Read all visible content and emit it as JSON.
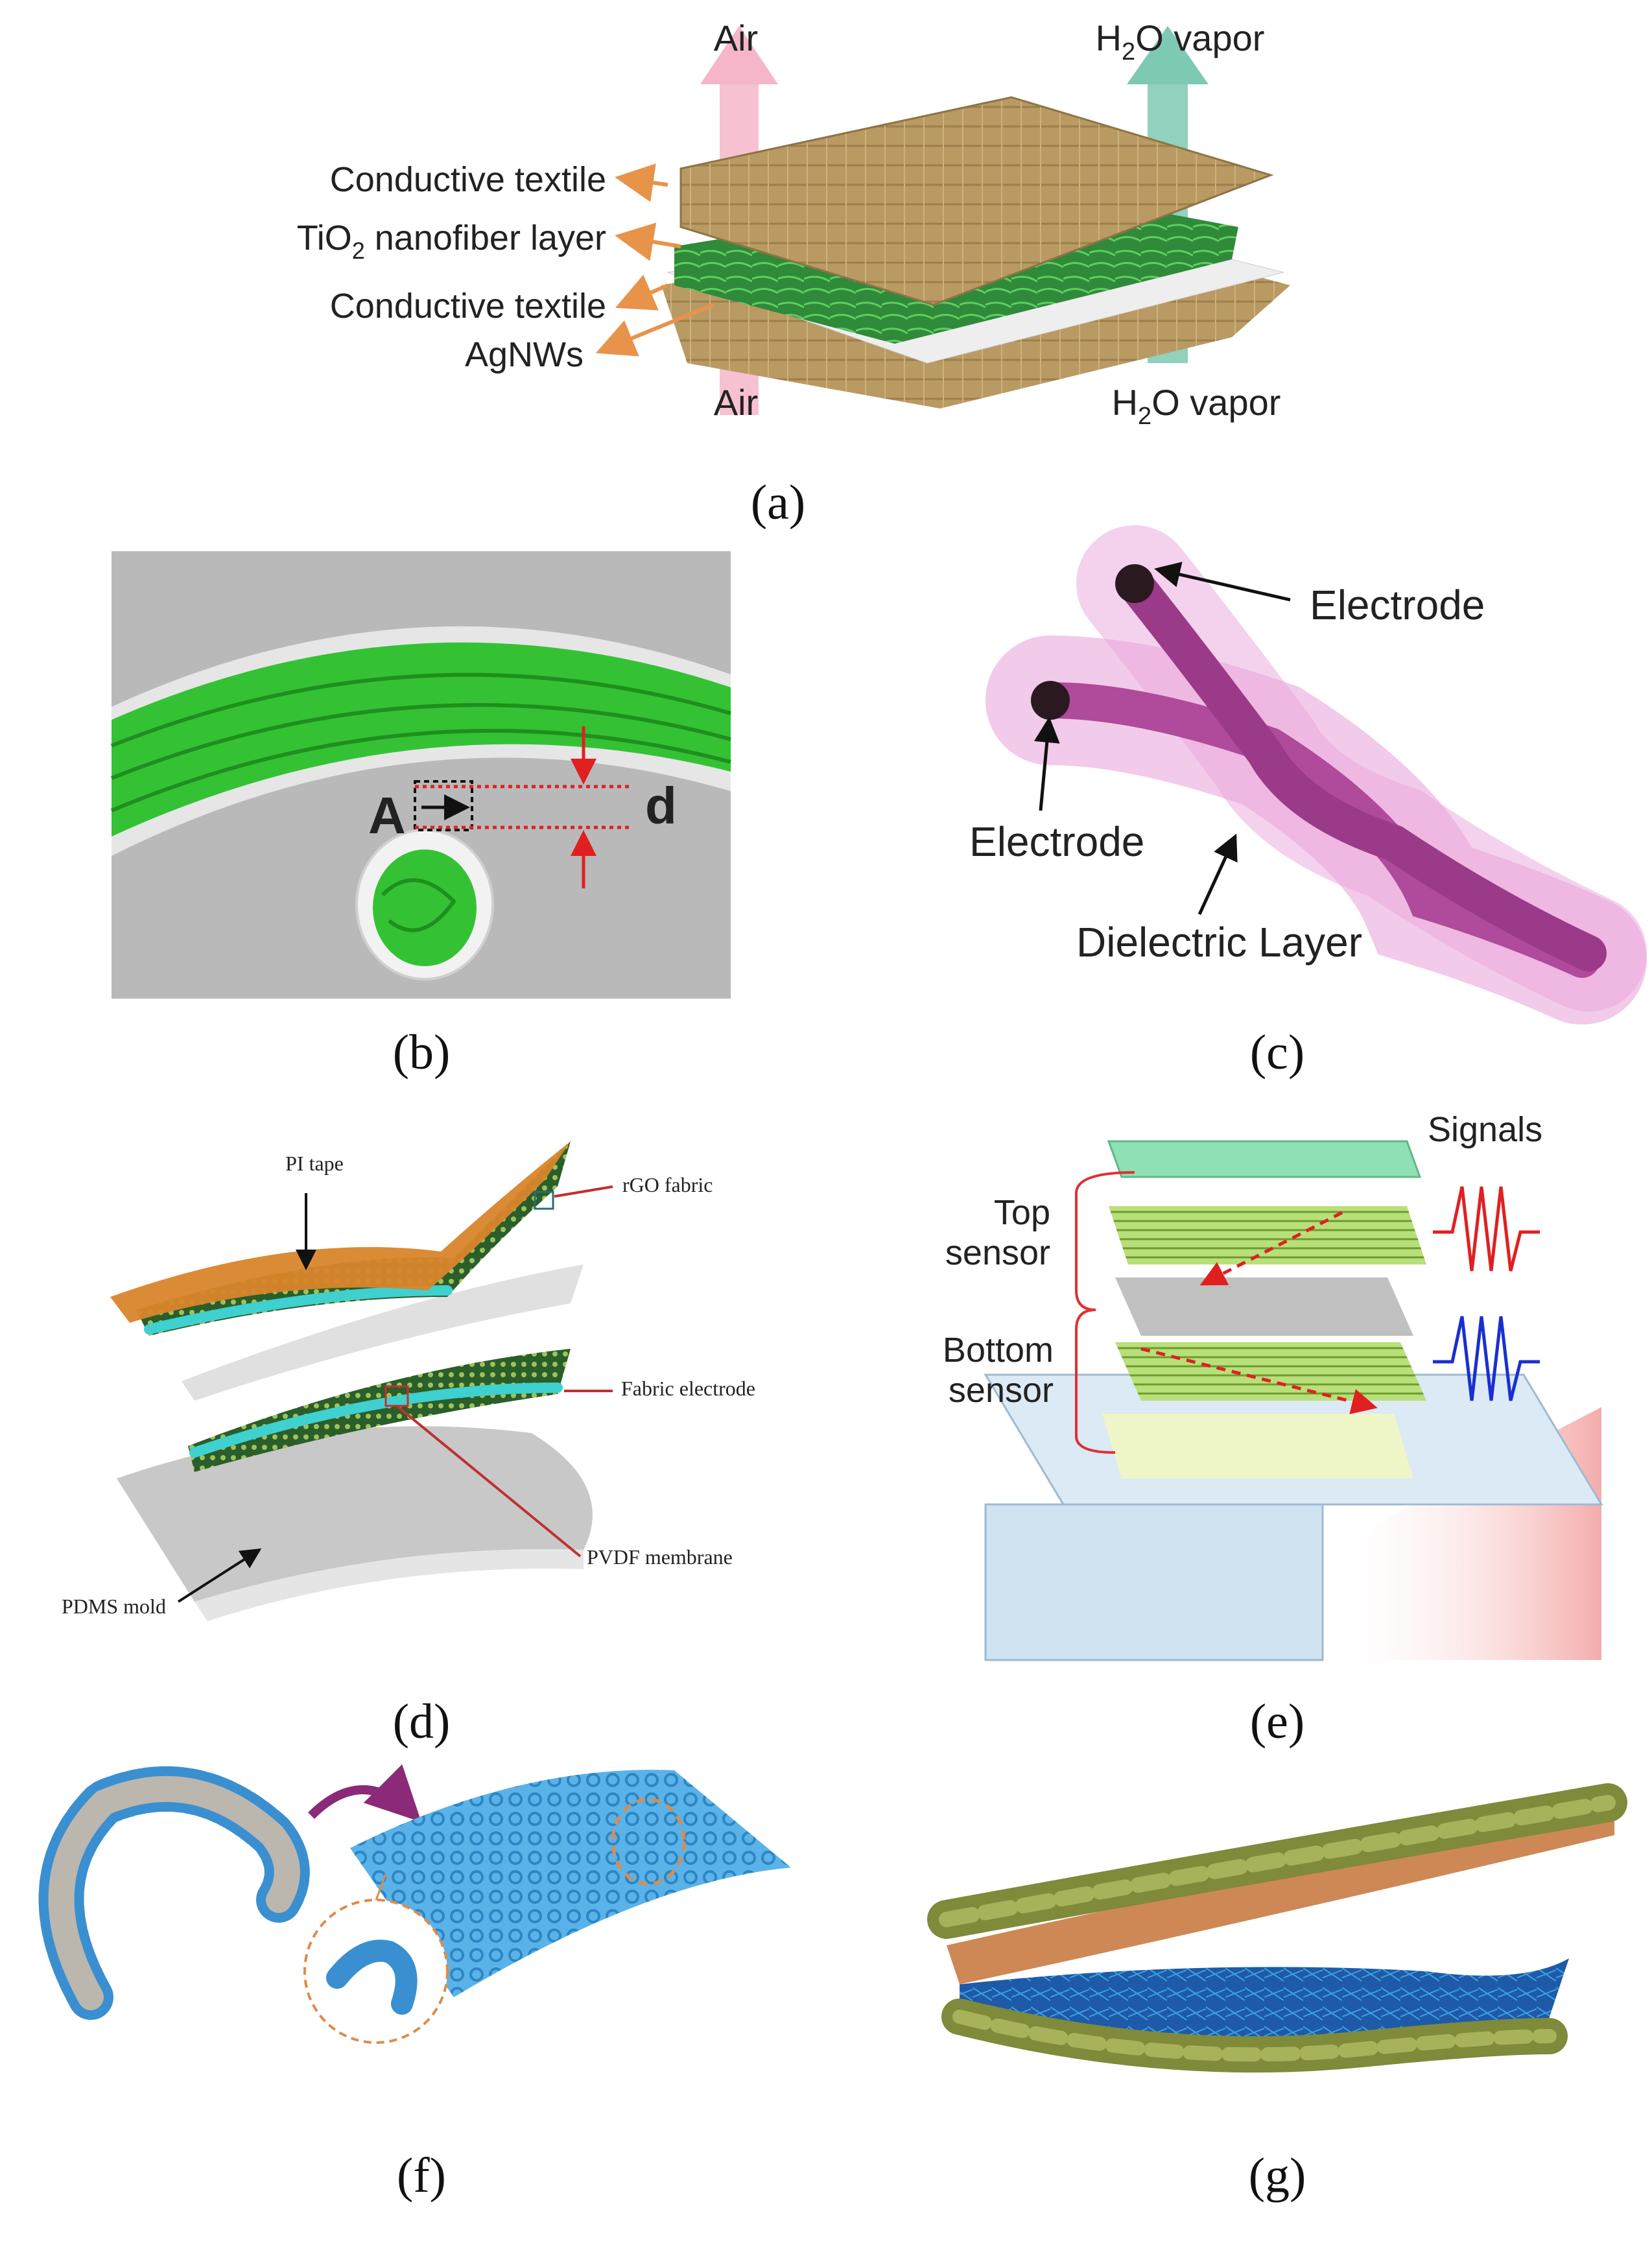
{
  "panels": {
    "a": {
      "caption": "(a)",
      "labels": {
        "air_top": "Air",
        "h2o_top_pre": "H",
        "h2o_top_sub": "2",
        "h2o_top_post": "O vapor",
        "conductive_textile_1": "Conductive textile",
        "tio2_pre": "TiO",
        "tio2_sub": "2",
        "tio2_post": " nanofiber layer",
        "conductive_textile_2": "Conductive textile",
        "agnws": "AgNWs",
        "air_bottom": "Air",
        "h2o_bottom_pre": "H",
        "h2o_bottom_sub": "2",
        "h2o_bottom_post": "O vapor"
      },
      "colors": {
        "textile": "#b99a63",
        "nanofiber": "#2f8a3a",
        "air_arrow": "#f4b6c8",
        "vapor_arrow": "#7ec9b3",
        "pointer": "#e8934a"
      }
    },
    "b": {
      "caption": "(b)",
      "labels": {
        "A": "A",
        "d": "d"
      },
      "colors": {
        "background": "#b9b9b9",
        "fiber": "#34c234",
        "marker": "#e02020"
      }
    },
    "c": {
      "caption": "(c)",
      "labels": {
        "electrode_top": "Electrode",
        "electrode_left": "Electrode",
        "dielectric": "Dielectric Layer"
      },
      "colors": {
        "fiber": "#b04a9a",
        "glow": "#e9a6dc"
      }
    },
    "d": {
      "caption": "(d)",
      "labels": {
        "pi_tape": "PI tape",
        "rgo_fabric": "rGO fabric",
        "fabric_electrode": "Fabric electrode",
        "pvdf_membrane": "PVDF membrane",
        "pdms_mold": "PDMS mold"
      },
      "colors": {
        "pi_tape": "#d9852a",
        "fiber": "#3fd0d0",
        "pointer": "#c03030",
        "mold": "#c8c8c8"
      }
    },
    "e": {
      "caption": "(e)",
      "labels": {
        "signals": "Signals",
        "top_sensor_1": "Top",
        "top_sensor_2": "sensor",
        "bottom_sensor_1": "Bottom",
        "bottom_sensor_2": "sensor"
      },
      "colors": {
        "top_plate": "#8fe0b4",
        "sensor": "#b8e07a",
        "bracket": "#e03030",
        "signal_top": "#e02020",
        "signal_bottom": "#1a2fd0",
        "base": "#cfe3f1"
      }
    },
    "f": {
      "caption": "(f)",
      "colors": {
        "mesh": "#3a8fd0",
        "fabric": "#5ab3e8",
        "arrow": "#8a2a78",
        "inset": "#e08a4a"
      }
    },
    "g": {
      "caption": "(g)",
      "colors": {
        "yarn": "#7f8a3a",
        "mid": "#c06a2a",
        "bottom": "#1e5aa8"
      }
    }
  }
}
